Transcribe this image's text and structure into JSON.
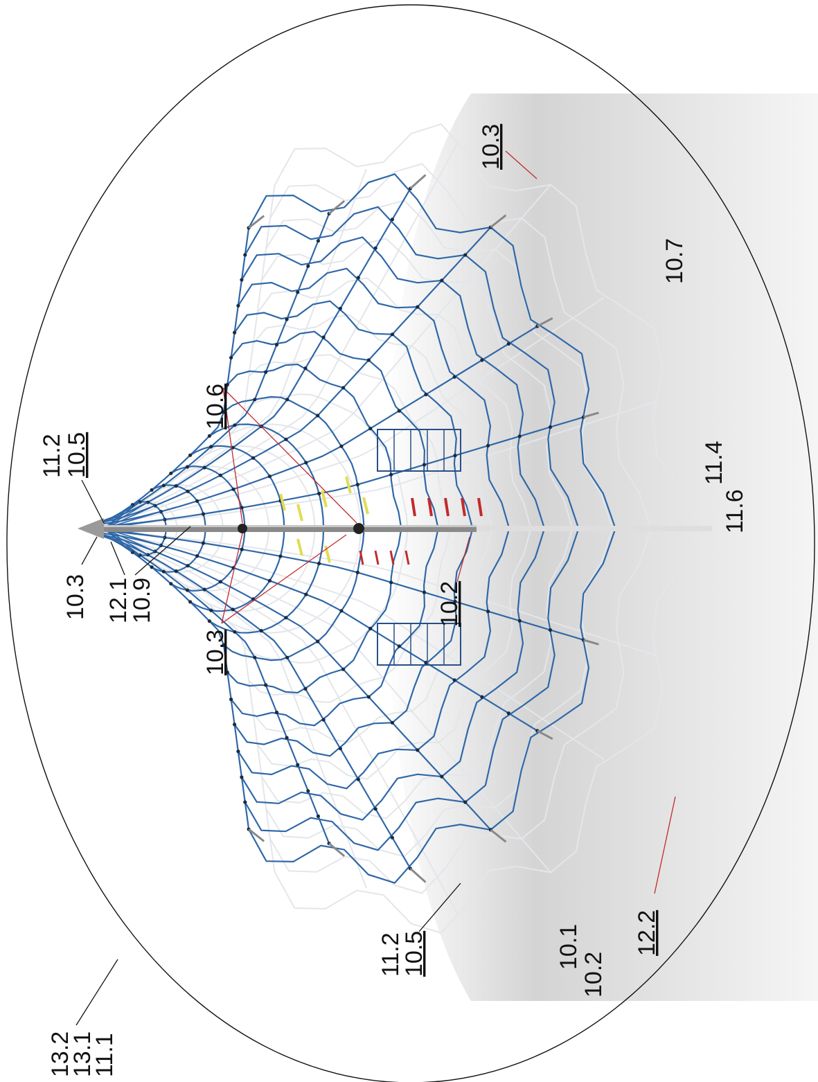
{
  "colors": {
    "net_rope": "#2f67a8",
    "shadow_rope": "#e3e6ea",
    "mast": "#8a8a8a",
    "red_leader": "#c0282d",
    "black_leader": "#111111",
    "yellow_rung": "#e2dc52",
    "red_rung": "#c22a2a"
  },
  "labels": {
    "top_left_a": "11.2",
    "top_left_b": "10.5",
    "mast_tip": "10.3",
    "mast_a": "12.1",
    "mast_b": "10.9",
    "ring_anchor": "10.3",
    "center_pair": "10.6",
    "mast_base": "10.2",
    "right_top": "10.3",
    "right_mid": "10.7",
    "right_a": "11.4",
    "right_b": "11.6",
    "foot_anchor": "12.2",
    "bottom_a": "11.2",
    "bottom_b": "10.5",
    "bottom_c": "10.1",
    "bottom_d": "10.2",
    "outline_a": "13.2",
    "outline_b": "13.1",
    "outline_c": "11.1"
  }
}
